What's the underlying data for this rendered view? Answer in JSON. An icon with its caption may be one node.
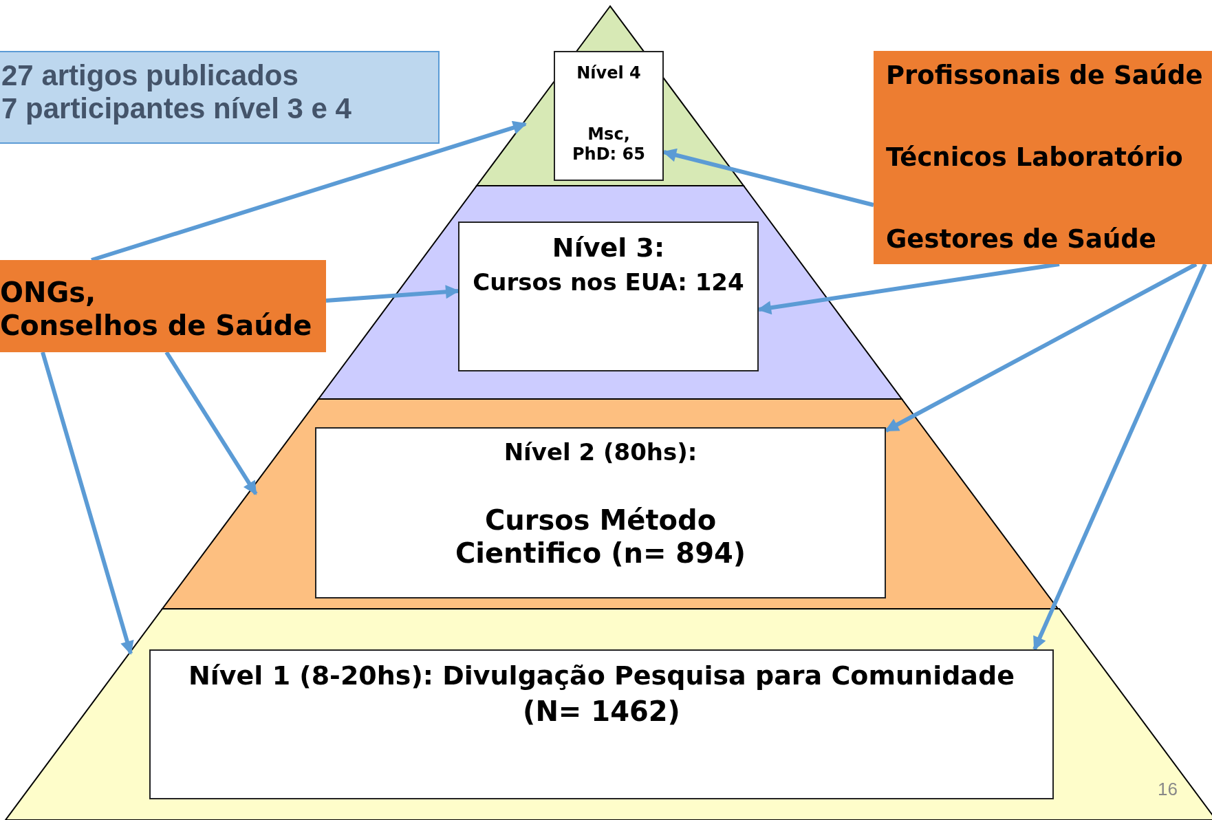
{
  "diagram": {
    "nodes": [
      {
        "text": [
          "27 artigos publicados",
          "7 participantes nível 3 e 4"
        ]
      },
      {
        "text": [
          "ONGs,",
          "Conselhos de Saúde"
        ]
      },
      {
        "text": [
          "Profissonais de Saúde",
          "Técnicos Laboratório",
          "Gestores de Saúde"
        ]
      },
      {
        "text": [],
        "shape": "triangle"
      },
      {
        "text": [],
        "shape": "band"
      },
      {
        "text": [],
        "shape": "band"
      },
      {
        "text": [],
        "shape": "band"
      },
      {
        "text": [
          "Nível 4",
          "Msc, PhD: 65"
        ],
        "in": 3
      },
      {
        "text": [
          "Nível 3:",
          "Cursos nos EUA: 124"
        ],
        "in": 4
      },
      {
        "text": [
          "Nível 2 (80hs):",
          "Cursos Método Cientifico (n= 894)"
        ],
        "in": 5
      },
      {
        "text": [
          "Nível 1 (8-20hs): Divulgação Pesquisa para Comunidade",
          "(N= 1462)"
        ],
        "in": 6
      }
    ],
    "edges": [
      {
        "from": 1,
        "to": 3,
        "arrow": "to"
      },
      {
        "from": 1,
        "to": 8,
        "arrow": "to"
      },
      {
        "from": 1,
        "to": 6,
        "arrow": "to"
      },
      {
        "from": 1,
        "to": 5,
        "arrow": "to"
      },
      {
        "from": 2,
        "to": 7,
        "arrow": "to"
      },
      {
        "from": 2,
        "to": 8,
        "arrow": "to"
      },
      {
        "from": 2,
        "to": 9,
        "arrow": "to"
      },
      {
        "from": 2,
        "to": 10,
        "arrow": "to"
      }
    ],
    "labels": [
      "16"
    ]
  }
}
